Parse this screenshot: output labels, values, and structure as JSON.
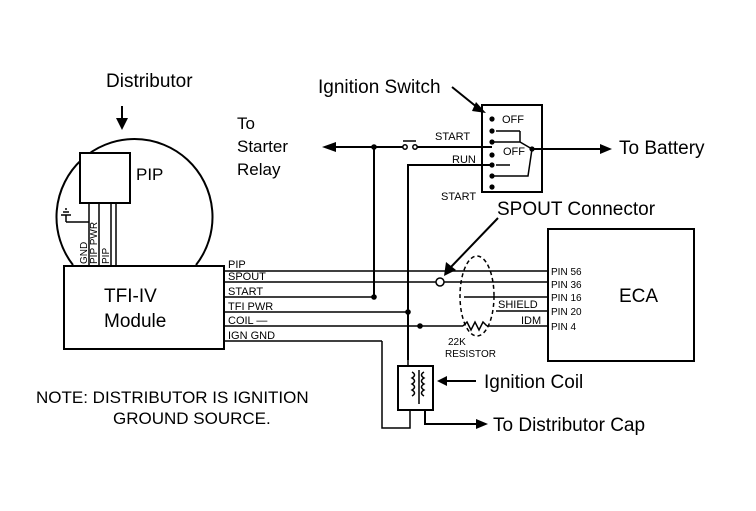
{
  "labels": {
    "distributor": "Distributor",
    "pip_sensor": "PIP",
    "gnd_v": "GND",
    "pip_pwr_v": "PIP PWR",
    "pip_v": "PIP",
    "tfi_line1": "TFI-IV",
    "tfi_line2": "Module",
    "ignition_switch": "Ignition Switch",
    "to_starter_1": "To",
    "to_starter_2": "Starter",
    "to_starter_3": "Relay",
    "to_battery": "To Battery",
    "sw_off_top": "OFF",
    "sw_off_mid": "OFF",
    "sw_start": "START",
    "sw_run": "RUN",
    "sw_start_bottom": "START",
    "spout_connector": "SPOUT Connector",
    "eca": "ECA",
    "wire_pip": "PIP",
    "wire_spout": "SPOUT",
    "wire_start": "START",
    "wire_tfi_pwr": "TFI PWR",
    "wire_coil": "COIL —",
    "wire_ign_gnd": "IGN GND",
    "pin_56": "PIN 56",
    "pin_36": "PIN 36",
    "pin_16": "PIN 16",
    "pin_20": "PIN 20",
    "pin_4": "PIN 4",
    "shield": "SHIELD",
    "idm": "IDM",
    "resistor_1": "22K",
    "resistor_2": "RESISTOR",
    "ignition_coil": "Ignition Coil",
    "to_dist_cap": "To Distributor Cap",
    "note_line1": "NOTE:  DISTRIBUTOR IS IGNITION",
    "note_line2": "GROUND SOURCE."
  }
}
